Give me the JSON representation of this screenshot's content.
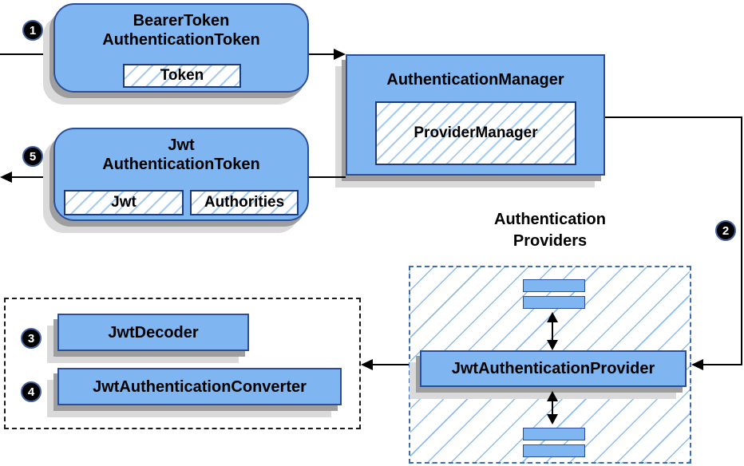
{
  "badges": {
    "step1": "1",
    "step2": "2",
    "step3": "3",
    "step4": "4",
    "step5": "5"
  },
  "nodes": {
    "bearer_token": {
      "line1": "BearerToken",
      "line2": "AuthenticationToken",
      "chip": "Token"
    },
    "auth_manager": {
      "title": "AuthenticationManager",
      "chip": "ProviderManager"
    },
    "jwt_auth_token": {
      "line1": "Jwt",
      "line2": "AuthenticationToken",
      "chip1": "Jwt",
      "chip2": "Authorities"
    },
    "providers": {
      "label1": "Authentication",
      "label2": "Providers",
      "provider": "JwtAuthenticationProvider"
    },
    "converters": {
      "decoder": "JwtDecoder",
      "converter": "JwtAuthenticationConverter"
    }
  },
  "colors": {
    "node_fill": "#7FB5F0",
    "node_border": "#2B4E9B",
    "chip_border": "#1E3A78",
    "hatch_line": "#A5CBEE",
    "hatch_line_lg": "#8FBCE8",
    "dashed_blue": "#3D6CB4",
    "dotted_black": "#1A1A1A",
    "shadow_dark": "#9E9E9E",
    "shadow_light": "#DADADA",
    "arrow_black": "#000000",
    "badge_bg": "#000000",
    "badge_text": "#FFFFFF",
    "badge_ring": "#44639F",
    "text_black": "#000000"
  }
}
